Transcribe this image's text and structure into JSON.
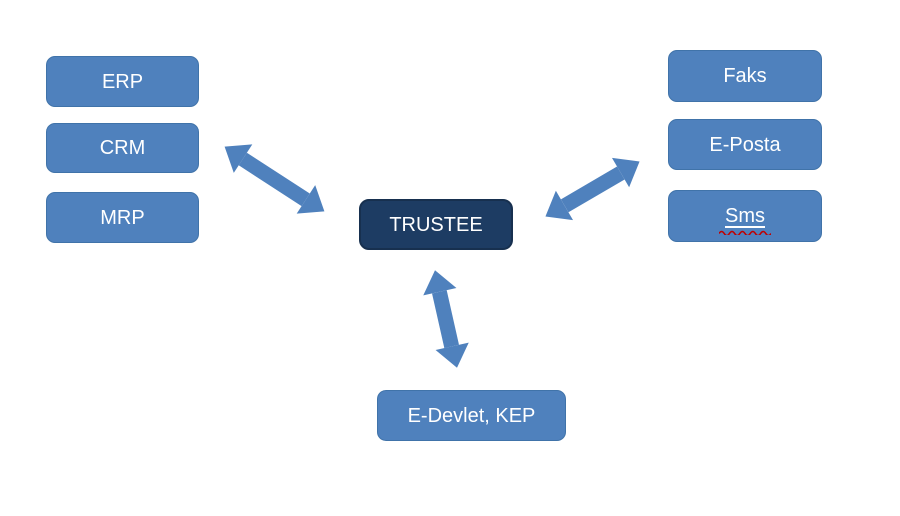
{
  "diagram": {
    "center_node": {
      "label": "TRUSTEE"
    },
    "left_nodes": [
      {
        "label": "ERP"
      },
      {
        "label": "CRM"
      },
      {
        "label": "MRP"
      }
    ],
    "right_nodes": [
      {
        "label": "Faks"
      },
      {
        "label": "E-Posta"
      },
      {
        "label": "Sms",
        "underlined": true,
        "spellcheck_squiggle": true
      }
    ],
    "bottom_node": {
      "label": "E-Devlet, KEP"
    },
    "connectors": [
      {
        "name": "left-group-to-trustee",
        "type": "double-headed-arrow"
      },
      {
        "name": "trustee-to-right-group",
        "type": "double-headed-arrow"
      },
      {
        "name": "trustee-to-bottom-node",
        "type": "double-headed-arrow"
      }
    ],
    "colors": {
      "node_fill": "#4f81bd",
      "node_border": "#4073a9",
      "center_fill": "#1d3c63",
      "center_border": "#17304f",
      "arrow_fill": "#4f81bd",
      "text": "#ffffff",
      "spellcheck_underline": "#c00000",
      "background": "#ffffff"
    }
  }
}
